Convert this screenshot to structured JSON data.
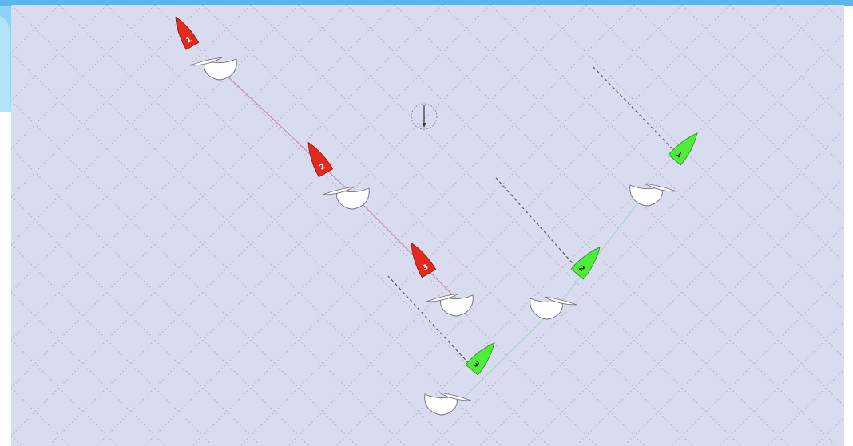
{
  "diagram": {
    "background_color": "#d9dcef",
    "grid_color": "#a9aec8",
    "wind_indicator": {
      "icon": "wind-arrow-icon",
      "direction": "down"
    },
    "boats": [
      {
        "team": "red",
        "position": "1",
        "hull_color": "#e42a1c"
      },
      {
        "team": "red",
        "position": "2",
        "hull_color": "#e42a1c"
      },
      {
        "team": "red",
        "position": "3",
        "hull_color": "#e42a1c"
      },
      {
        "team": "green",
        "position": "1",
        "hull_color": "#4ded3a"
      },
      {
        "team": "green",
        "position": "2",
        "hull_color": "#4ded3a"
      },
      {
        "team": "green",
        "position": "3",
        "hull_color": "#4ded3a"
      }
    ],
    "tracks": [
      {
        "team": "red",
        "color": "#c98aa2"
      },
      {
        "team": "green",
        "color": "#a7d3c4"
      }
    ]
  }
}
